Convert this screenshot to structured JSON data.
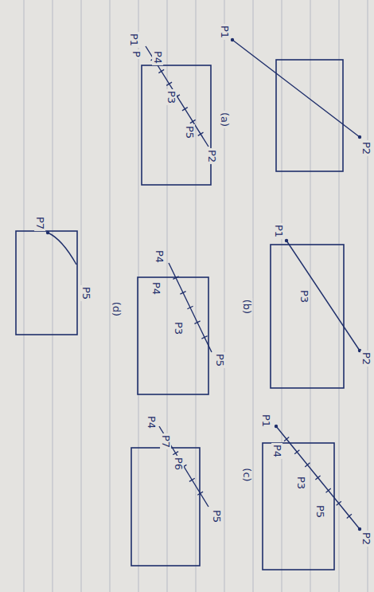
{
  "diagram": {
    "labels": [
      "P1",
      "P2",
      "P1",
      "P",
      "P4",
      "P3",
      "P5",
      "P2",
      "(a)",
      "P1",
      "P3",
      "P2",
      "(b)",
      "P4",
      "P4",
      "P3",
      "P5",
      "(d)",
      "P7",
      "P5",
      "P1",
      "P4",
      "P3",
      "P5",
      "P2",
      "(c)",
      "P4",
      "P7",
      "P6",
      "P5"
    ]
  }
}
